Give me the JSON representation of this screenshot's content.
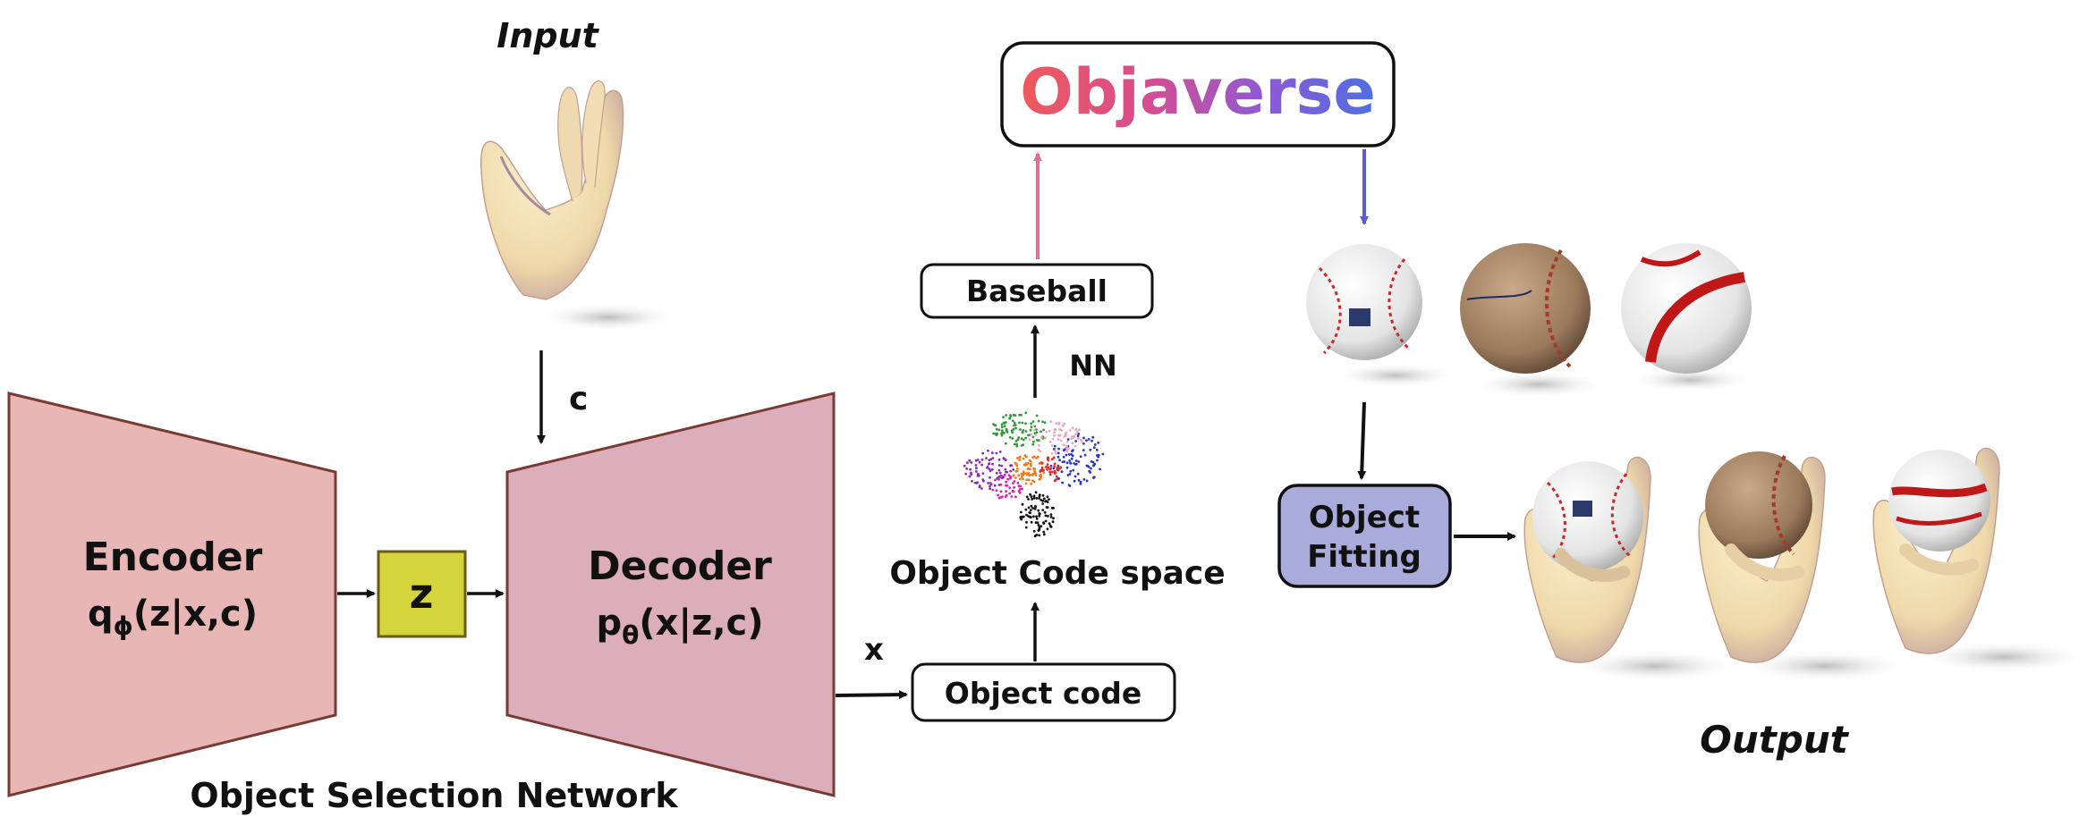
{
  "input": {
    "label": "Input",
    "condition": "c"
  },
  "encoder": {
    "title": "Encoder",
    "formula_main": "q",
    "formula_sub": "ϕ",
    "formula_rest": "(z|x,c)"
  },
  "latent": {
    "label": "z"
  },
  "decoder": {
    "title": "Decoder",
    "formula_main": "p",
    "formula_sub": "θ",
    "formula_rest": "(x|z,c)"
  },
  "network_label": "Object Selection Network",
  "x_label": "x",
  "object_code": {
    "label": "Object code"
  },
  "code_space": {
    "label": "Object Code space"
  },
  "nn_label": "NN",
  "baseball": {
    "label": "Baseball"
  },
  "objaverse": {
    "label": "Objaverse"
  },
  "fitting": {
    "line1": "Object",
    "line2": "Fitting"
  },
  "output": {
    "label": "Output"
  },
  "colors": {
    "encoder_fill": "#e8b7b5",
    "decoder_fill": "#dcaebb",
    "block_stroke": "#7a3a33",
    "latent_fill": "#d6d43c",
    "latent_stroke": "#6a5a1a",
    "fitting_fill": "#a9acdb",
    "arrow_pink": "#e0708f",
    "arrow_blue": "#5a5ccf",
    "objaverse_grad": [
      "#ef5a5a",
      "#d84d8f",
      "#8a5bd6",
      "#4e6fe0"
    ]
  }
}
